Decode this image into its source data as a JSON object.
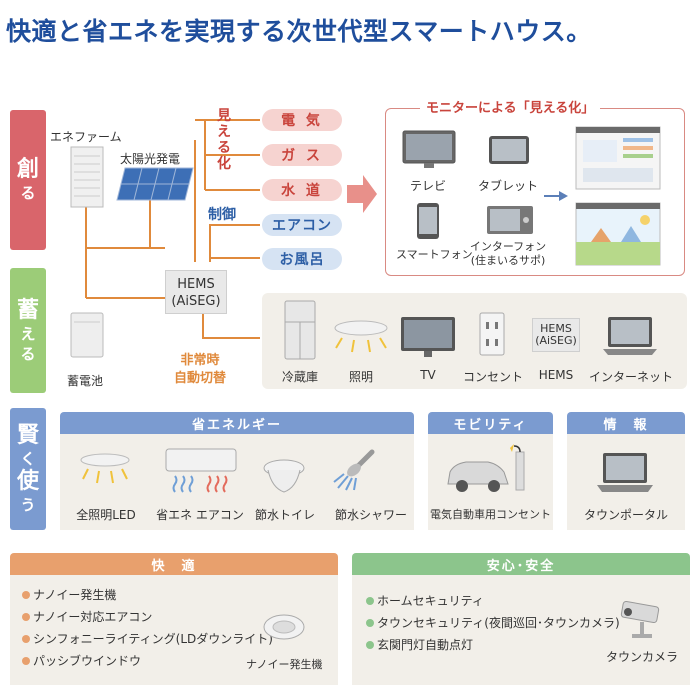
{
  "title": "快適と省エネを実現する次世代型スマートハウス。",
  "colors": {
    "title": "#1f4e9c",
    "create": "#d9656b",
    "store": "#9ccc78",
    "smart": "#7b9bd0",
    "line": "#e08a3c",
    "comfort": "#e8a06d",
    "safety": "#8cc58c"
  },
  "side": {
    "create": {
      "big": "創",
      "small": "る"
    },
    "store": {
      "big": "蓄",
      "small": "え",
      "small2": "る"
    },
    "smart": {
      "c1": "賢",
      "c2": "く",
      "c3": "使",
      "c4": "う"
    }
  },
  "devices": {
    "enefarm": "エネファーム",
    "solar": "太陽光発電",
    "battery": "蓄電池",
    "hems": {
      "line1": "HEMS",
      "line2": "(AiSEG)"
    },
    "emergency": {
      "line1": "非常時",
      "line2": "自動切替"
    }
  },
  "visualize": {
    "c1": "見",
    "c2": "え",
    "c3": "る",
    "c4": "化"
  },
  "control": "制御",
  "utilities": [
    "電 気",
    "ガ ス",
    "水 道"
  ],
  "controls": [
    "エアコン",
    "お風呂"
  ],
  "monitor": {
    "title": "モニターによる「見える化」",
    "tv": "テレビ",
    "tablet": "タブレット",
    "smartphone": "スマートフォン",
    "intercom": {
      "line1": "インターフォン",
      "line2": "(住まいるサポ)"
    }
  },
  "backup_items": [
    "冷蔵庫",
    "照明",
    "TV",
    "コンセント",
    "HEMS",
    "インターネット"
  ],
  "hems_small": {
    "line1": "HEMS",
    "line2": "(AiSEG)"
  },
  "smart_use": {
    "energy": {
      "title": "省エネルギー",
      "items": [
        "全照明LED",
        "省エネ エアコン",
        "節水トイレ",
        "節水シャワー"
      ]
    },
    "mobility": {
      "title": "モビリティ",
      "item": "電気自動車用コンセント"
    },
    "info": {
      "title": "情　報",
      "item": "タウンポータル"
    }
  },
  "comfort": {
    "title": "快　適",
    "items": [
      "ナノイー発生機",
      "ナノイー対応エアコン",
      "シンフォニーライティング(LDダウンライト)",
      "パッシブウインドウ"
    ],
    "device": "ナノイー発生機"
  },
  "safety": {
    "title": "安心･安全",
    "items": [
      "ホームセキュリティ",
      "タウンセキュリティ(夜間巡回･タウンカメラ)",
      "玄関門灯自動点灯"
    ],
    "device": "タウンカメラ"
  }
}
